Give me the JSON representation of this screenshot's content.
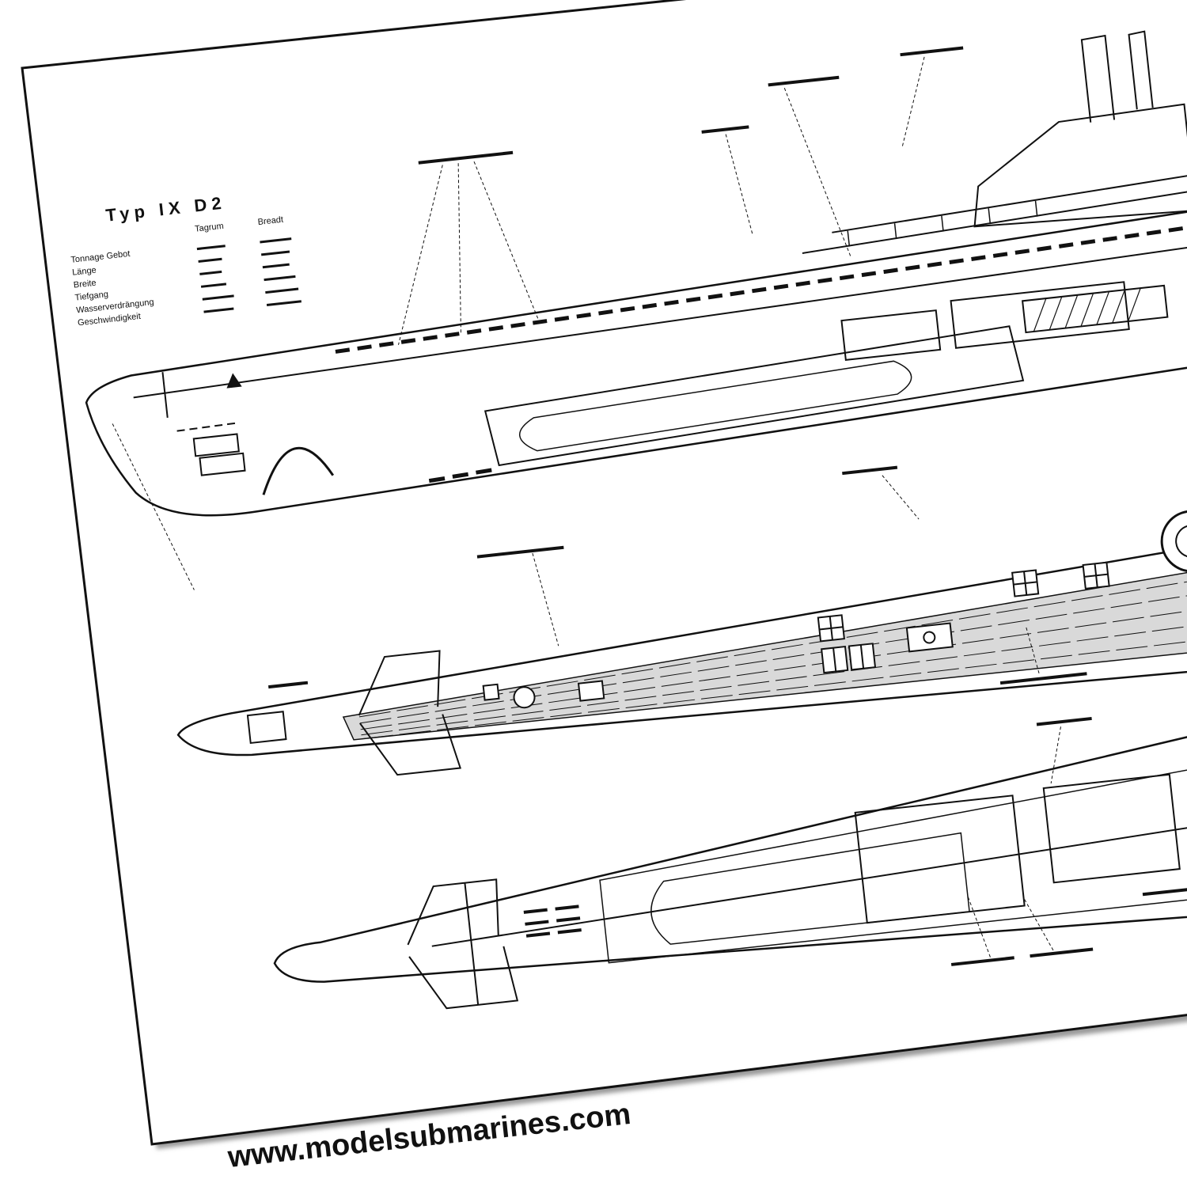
{
  "sheet": {
    "title": "Typ IX D2",
    "website": "www.modelsubmarines.com"
  },
  "specs": {
    "headers": [
      "",
      "Tagrum",
      "Breadt"
    ],
    "rows": [
      [
        "Tonnage Gebot",
        "",
        ""
      ],
      [
        "Länge",
        "",
        ""
      ],
      [
        "Breite",
        "",
        ""
      ],
      [
        "Tiefgang",
        "",
        ""
      ],
      [
        "Wasserverdrängung",
        "",
        ""
      ],
      [
        "Geschwindigkeit",
        "",
        ""
      ]
    ]
  },
  "colors": {
    "paper": "#ffffff",
    "ink": "#111111",
    "shadow": "#8a8a8a"
  },
  "views": [
    "side-profile",
    "deck-plan",
    "underside-plan"
  ]
}
